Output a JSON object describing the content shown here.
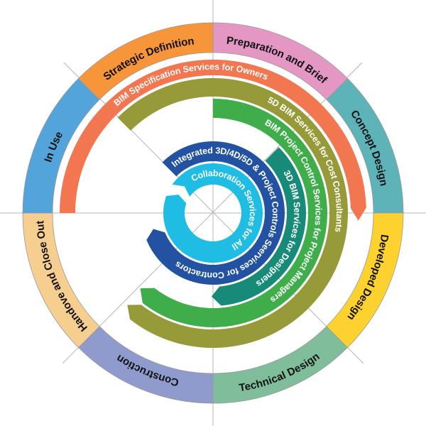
{
  "stages": [
    {
      "label": "Preparation and Brief",
      "color": "#e597c4"
    },
    {
      "label": "Concept Design",
      "color": "#5db3b8"
    },
    {
      "label": "Developed Design",
      "color": "#fdd22e"
    },
    {
      "label": "Technical Design",
      "color": "#7fbd9b"
    },
    {
      "label": "Construction",
      "color": "#8e9bcc"
    },
    {
      "label": "Handove and Close Out",
      "color": "#f6cf90"
    },
    {
      "label": "In Use",
      "color": "#52a4da"
    },
    {
      "label": "Strategic Definition",
      "color": "#f7953b"
    }
  ],
  "services": [
    {
      "label": "BIM Specification Services for Owners",
      "color": "#f27650"
    },
    {
      "label": "5D BIM Services for Cost Consultants",
      "color": "#969a38"
    },
    {
      "label": "BIM Project Control Services for Project Managers",
      "color": "#3fae4a"
    },
    {
      "label": "3D BIM Services for Designers",
      "color": "#178a78"
    },
    {
      "label": "Integrated 3D/4D/5D & Project Controls Seervices for Contractors",
      "color": "#2352a3"
    },
    {
      "label": "Collaboration Services for All",
      "color": "#1fbde3"
    }
  ],
  "guide_line_color": "#b5b5b5"
}
